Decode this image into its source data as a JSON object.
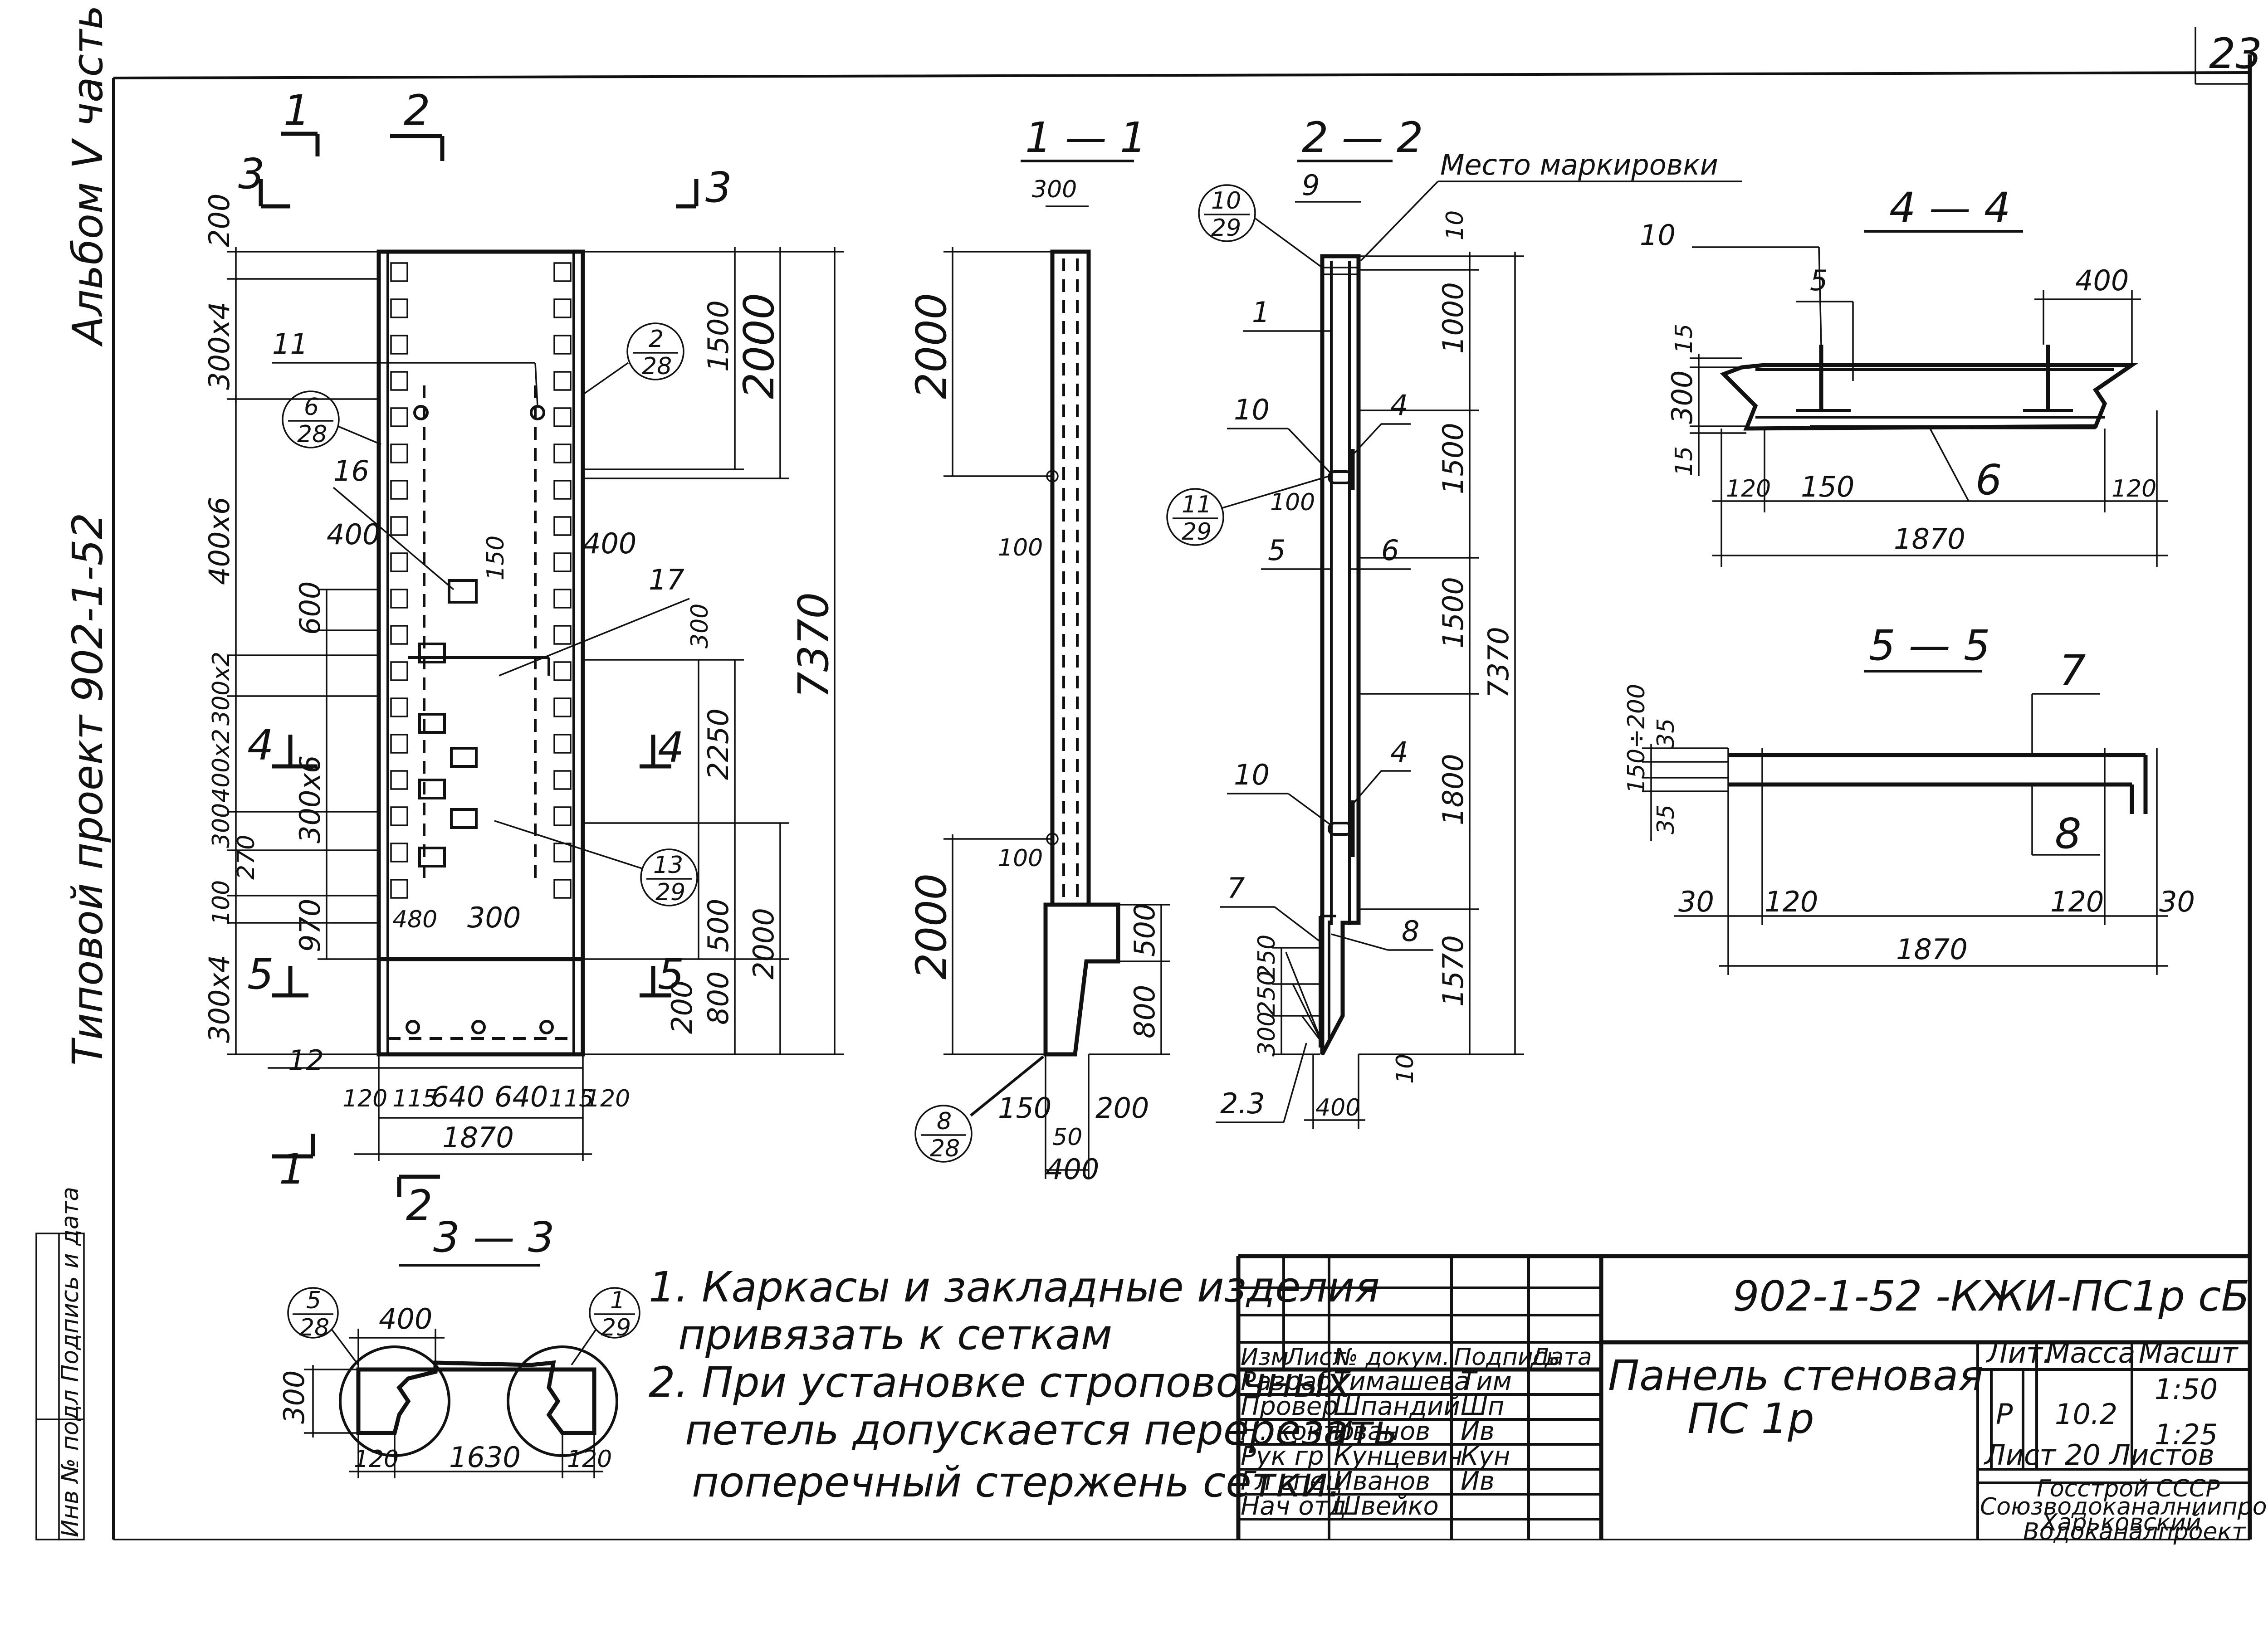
{
  "page_number": "23",
  "side_labels": {
    "album": "Альбом  V  часть I",
    "project": "Типовой   проект  902-1-52",
    "stamp": "Инв № подл   Подпись и дата"
  },
  "section_marks": {
    "s1": "1",
    "s2": "2",
    "s3": "3",
    "s4": "4",
    "s5": "5",
    "t11": "1 — 1",
    "t22": "2 — 2",
    "t33": "3 — 3",
    "t44": "4 — 4",
    "t55": "5 — 5"
  },
  "callouts": {
    "c2_28": {
      "top": "2",
      "bot": "28"
    },
    "c6_28": {
      "top": "6",
      "bot": "28"
    },
    "c13_29": {
      "top": "13",
      "bot": "29"
    },
    "c8_28": {
      "top": "8",
      "bot": "28"
    },
    "c10_29": {
      "top": "10",
      "bot": "29"
    },
    "c11_29": {
      "top": "11",
      "bot": "29"
    },
    "c5_28": {
      "top": "5",
      "bot": "28"
    },
    "c1_29": {
      "top": "1",
      "bot": "29"
    }
  },
  "plan_dims": {
    "d200": "200",
    "d300x4a": "300x4",
    "d400x6": "400x6",
    "d300x2": "300x2",
    "d400x2": "400x2",
    "d300b": "300",
    "d270": "270",
    "d100": "100",
    "d300x4b": "300x4",
    "d600": "600",
    "d300x6": "300x6",
    "d970": "970",
    "d400l": "400",
    "d400r": "400",
    "d150": "150",
    "d300v": "300",
    "d300h": "300",
    "d480": "480",
    "d1500": "1500",
    "d2000a": "2000",
    "d2250": "2250",
    "d500": "500",
    "d800": "800",
    "d200r": "200",
    "d2000b": "2000",
    "d7370": "7370",
    "b120a": "120",
    "b115a": "115",
    "b640a": "640",
    "b640b": "640",
    "b115b": "115",
    "b120b": "120",
    "b1870": "1870",
    "p11": "11",
    "p16": "16",
    "p17": "17",
    "p12": "12"
  },
  "sec11_dims": {
    "d300": "300",
    "d2000a": "2000",
    "d100a": "100",
    "d100b": "100",
    "d2000b": "2000",
    "d500": "500",
    "d800": "800",
    "d150": "150",
    "d200": "200",
    "d50": "50",
    "d400": "400"
  },
  "sec22_dims": {
    "marking": "Место маркировки",
    "p9": "9",
    "p1": "1",
    "p10a": "10",
    "p4a": "4",
    "d100": "100",
    "p5": "5",
    "p6": "6",
    "p10b": "10",
    "p4b": "4",
    "p7": "7",
    "p8": "8",
    "d10a": "10",
    "d1000": "1000",
    "d1500a": "1500",
    "d1500b": "1500",
    "d1800": "1800",
    "d1570": "1570",
    "d10b": "10",
    "d7370": "7370",
    "d250a": "250",
    "d250b": "250",
    "d300": "300",
    "d23": "2.3",
    "d400": "400"
  },
  "sec44_dims": {
    "p10": "10",
    "p5": "5",
    "d400": "400",
    "d15a": "15",
    "d300": "300",
    "d15b": "15",
    "d120a": "120",
    "d150": "150",
    "p6": "6",
    "d120b": "120",
    "d1870": "1870"
  },
  "sec55_dims": {
    "p7": "7",
    "d150_200": "150÷200",
    "d35a": "35",
    "d35b": "35",
    "p8": "8",
    "d30a": "30",
    "d120a": "120",
    "d120b": "120",
    "d30b": "30",
    "d1870": "1870"
  },
  "sec33_dims": {
    "d400": "400",
    "d300": "300",
    "d120a": "120",
    "d1630": "1630",
    "d120b": "120"
  },
  "notes": [
    "1.      Каркасы и закладные изделия",
    "привязать к сеткам",
    "2.      При установке строповочных",
    "петель допускается перерезать",
    "поперечный стержень сетки."
  ],
  "title_block": {
    "doc_code": "902-1-52 -КЖИ-ПС1р  сБ",
    "title_line1": "Панель стеновая",
    "title_line2": "ПС 1р",
    "headers": [
      "Изм",
      "Лист",
      "№ докум.",
      "Подпись",
      "Дата"
    ],
    "col_lit": "Лит.",
    "col_mass": "Масса",
    "col_scale": "Масшт",
    "lit_value": "Р",
    "mass_value": "10.2",
    "scale1": "1:50",
    "scale2": "1:25",
    "sheet_info": "Лист 20 Листов",
    "org1": "Госстрой СССР",
    "org2": "Союзводоканалниипроект",
    "org3": "Харьковский",
    "org4": "Водоканалпроект",
    "rows": [
      {
        "role": "Разраб.",
        "name": "Тимашева",
        "sign": "Тим"
      },
      {
        "role": "Провер",
        "name": "Шпандий",
        "sign": "Шп"
      },
      {
        "role": "Н. контр",
        "name": "Иванов",
        "sign": "Ив"
      },
      {
        "role": "Рук гр",
        "name": "Кунцевич",
        "sign": "Кун"
      },
      {
        "role": "Гл спец",
        "name": "Иванов",
        "sign": "Ив"
      },
      {
        "role": "Нач отд",
        "name": "Швейко",
        "sign": ""
      }
    ]
  }
}
